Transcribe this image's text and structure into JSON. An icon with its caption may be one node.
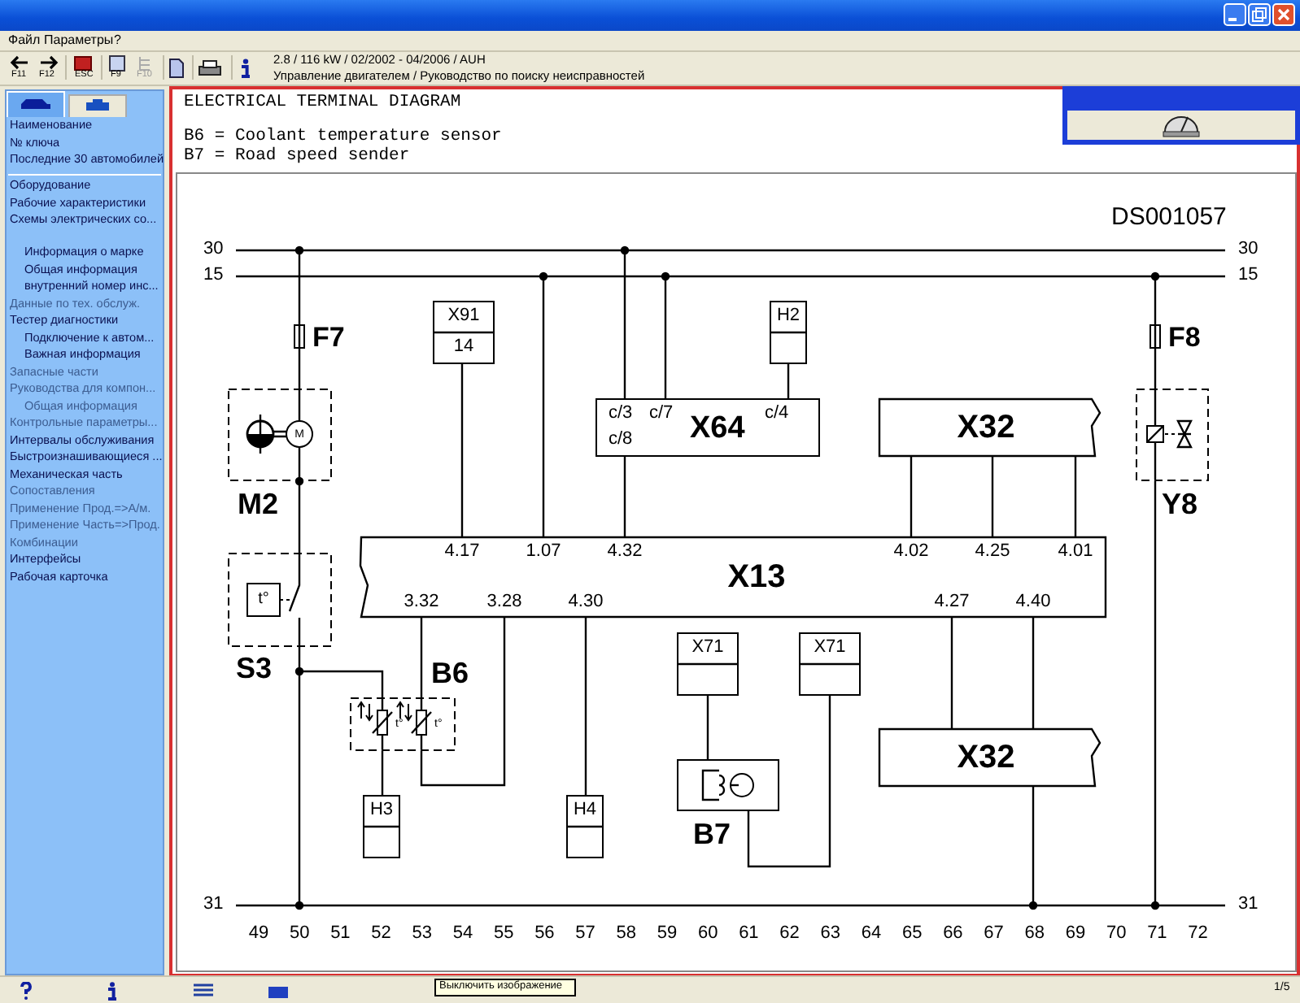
{
  "diagram": {
    "nodes": [
      {
        "text": [
          "30",
          "30"
        ]
      },
      {
        "text": [
          "15",
          "15"
        ]
      },
      {
        "text": [
          "F7"
        ]
      },
      {
        "text": [
          "X91",
          "14"
        ]
      },
      {
        "text": [
          "H2"
        ]
      },
      {
        "text": [
          "F8"
        ]
      },
      {
        "text": [
          "M",
          "M2"
        ]
      },
      {
        "text": [
          "c/3",
          "c/7",
          "c/8",
          "X64",
          "c/4"
        ]
      },
      {
        "text": [
          "X32"
        ]
      },
      {
        "text": [
          "Y8"
        ]
      },
      {
        "text": [
          "t°",
          "S3"
        ]
      },
      {
        "text": [
          "4.17",
          "1.07",
          "4.32",
          "4.02",
          "4.25",
          "4.01",
          "X13",
          "3.32",
          "3.28",
          "4.30",
          "4.27",
          "4.40"
        ]
      },
      {
        "text": [
          "B6",
          "t°",
          "t°"
        ]
      },
      {
        "text": [
          "X71"
        ]
      },
      {
        "text": [
          "X71"
        ]
      },
      {
        "text": [
          "H3"
        ]
      },
      {
        "text": [
          "H4"
        ]
      },
      {
        "text": [],
        "shape": "box",
        "beside": [
          "B7"
        ]
      },
      {
        "text": [
          "X32"
        ]
      },
      {
        "text": [
          "31",
          "31"
        ]
      }
    ],
    "edges": [
      {
        "from": 2,
        "to": 0,
        "arrow": "other"
      },
      {
        "from": 2,
        "to": 6,
        "arrow": "none"
      },
      {
        "from": 10,
        "to": 6,
        "arrow": "other"
      },
      {
        "from": 10,
        "to": 19,
        "arrow": "other"
      },
      {
        "from": 12,
        "to": 10,
        "arrow": "other"
      },
      {
        "from": 3,
        "to": 11,
        "arrow": "none"
      },
      {
        "from": 11,
        "to": 1,
        "arrow": "other"
      },
      {
        "from": 7,
        "to": 0,
        "arrow": "other"
      },
      {
        "from": 7,
        "to": 1,
        "arrow": "other"
      },
      {
        "from": 4,
        "to": 7,
        "arrow": "none"
      },
      {
        "from": 7,
        "to": 11,
        "arrow": "none"
      },
      {
        "from": 8,
        "to": 11,
        "arrow": "none"
      },
      {
        "from": 8,
        "to": 11,
        "arrow": "none"
      },
      {
        "from": 8,
        "to": 11,
        "arrow": "none"
      },
      {
        "from": 5,
        "to": 1,
        "arrow": "other"
      },
      {
        "from": 5,
        "to": 9,
        "arrow": "none"
      },
      {
        "from": 9,
        "to": 19,
        "arrow": "other"
      },
      {
        "from": 11,
        "to": 12,
        "arrow": "none"
      },
      {
        "from": 11,
        "to": 12,
        "arrow": "none"
      },
      {
        "from": 12,
        "to": 15,
        "arrow": "none"
      },
      {
        "from": 11,
        "to": 16,
        "arrow": "none"
      },
      {
        "from": 13,
        "to": 17,
        "arrow": "none"
      },
      {
        "from": 14,
        "to": 17,
        "arrow": "none"
      },
      {
        "from": 11,
        "to": 18,
        "arrow": "none"
      },
      {
        "from": 11,
        "to": 18,
        "arrow": "none"
      },
      {
        "from": 18,
        "to": 19,
        "arrow": "other"
      }
    ],
    "labels": [
      "Файл",
      "Параметры",
      "?",
      "F11",
      "F12",
      "ESC",
      "F9",
      "F10",
      "2.8 / 116 kW / 02/2002 - 04/2006 / AUH",
      "Управление двигателем / Руководство по поиску неисправностей",
      "Наименование",
      "№ ключа",
      "Последние 30 автомобилей",
      "Оборудование",
      "Рабочие характеристики",
      "Схемы электрических со...",
      "Информация о марке",
      "Общая информация",
      "внутренний номер инс...",
      "Данные по тех. обслуж.",
      "Тестер диагностики",
      "Подключение к автом...",
      "Важная информация",
      "Запасные части",
      "Руководства для компон...",
      "Общая информация",
      "Контрольные параметры...",
      "Интервалы обслуживания",
      "Быстроизнашивающиеся ...",
      "Механическая часть",
      "Сопоставления",
      "Применение Прод.=>А/м.",
      "Применение Часть=>Прод.",
      "Комбинации",
      "Интерфейсы",
      "Рабочая карточка",
      "ELECTRICAL TERMINAL DIAGRAM",
      "B6 = Coolant temperature sensor",
      "B7 = Road speed sender",
      "DS001057",
      "49",
      "50",
      "51",
      "52",
      "53",
      "54",
      "55",
      "56",
      "57",
      "58",
      "59",
      "60",
      "61",
      "62",
      "63",
      "64",
      "65",
      "66",
      "67",
      "68",
      "69",
      "70",
      "71",
      "72",
      "Выключить изображение",
      "1/5"
    ]
  }
}
